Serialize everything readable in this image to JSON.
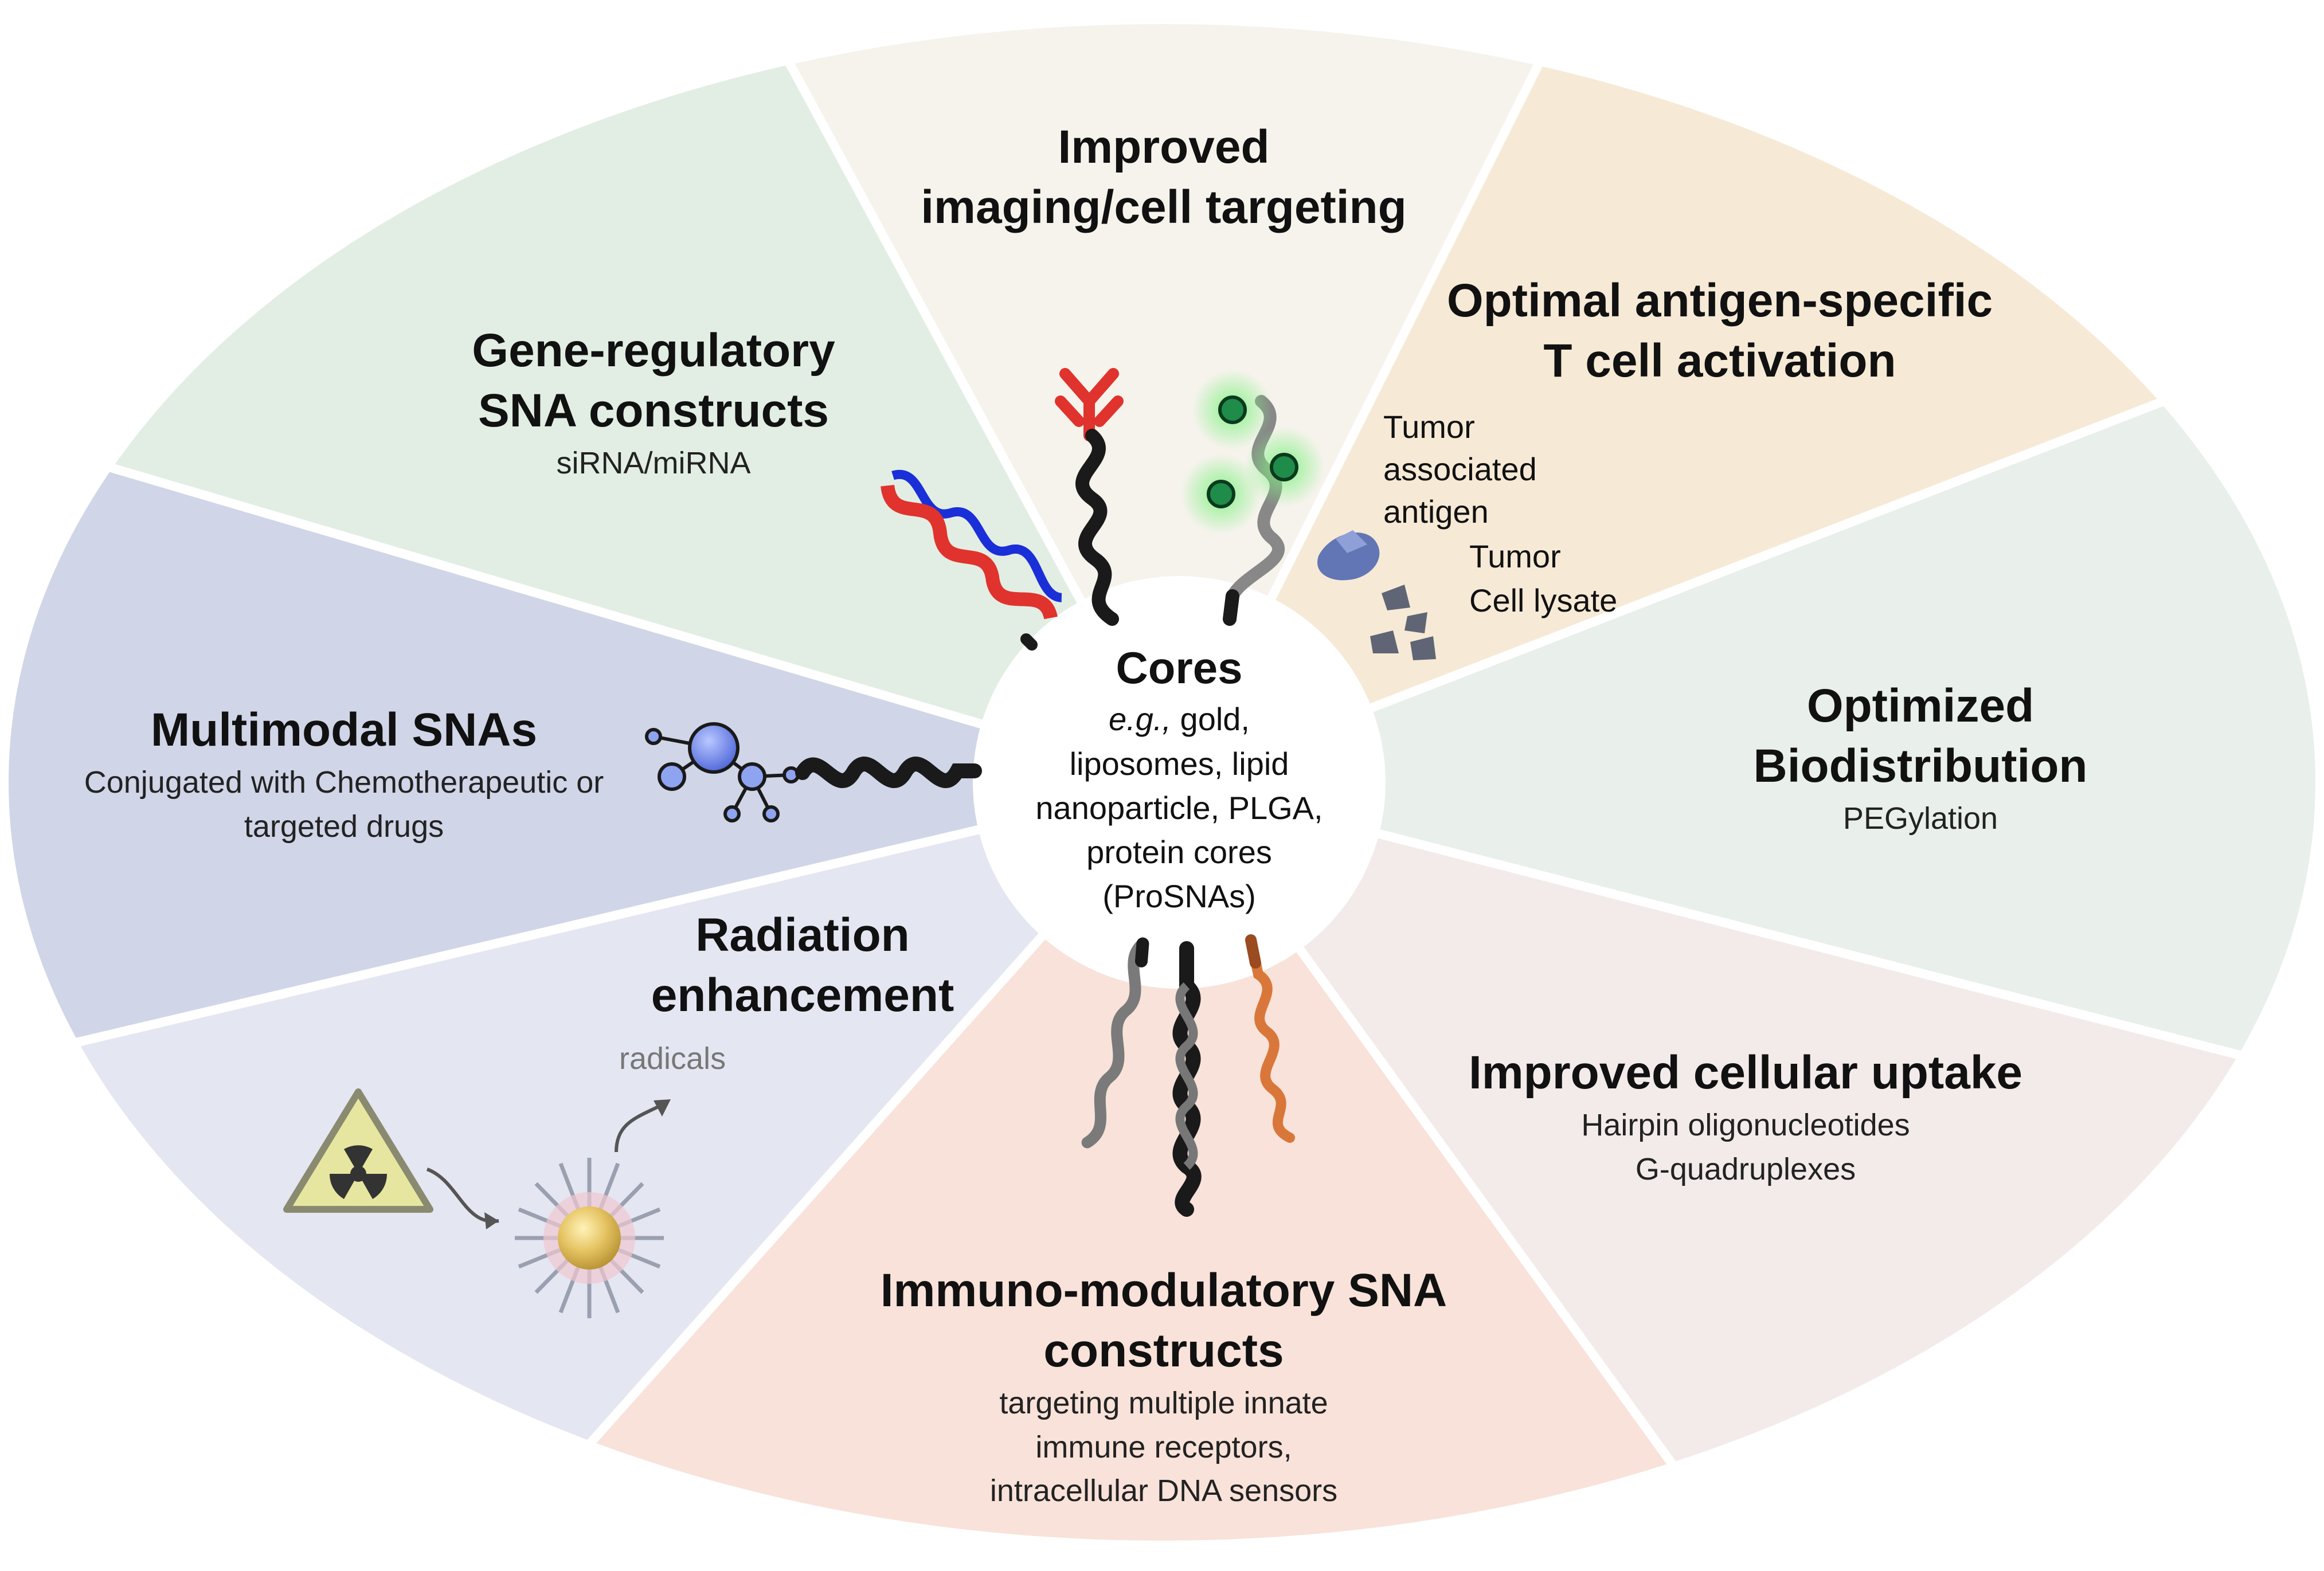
{
  "center": {
    "title": "Cores",
    "lines": [
      "e.g., gold,",
      "liposomes, lipid",
      "nanoparticle, PLGA,",
      "protein cores",
      "(ProSNAs)"
    ]
  },
  "segments": [
    {
      "id": "imaging",
      "title_lines": [
        "Improved",
        "imaging/cell targeting"
      ],
      "sub_lines": [],
      "color": "#f5f3ec"
    },
    {
      "id": "antigen",
      "title_lines": [
        "Optimal antigen-specific",
        "T cell activation"
      ],
      "sub_lines": [],
      "color": "#f6ead6"
    },
    {
      "id": "biodistribution",
      "title_lines": [
        "Optimized",
        "Biodistribution"
      ],
      "sub_lines": [
        "PEGylation"
      ],
      "color": "#e9efea"
    },
    {
      "id": "uptake",
      "title_lines": [
        "Improved cellular uptake"
      ],
      "sub_lines": [
        "Hairpin oligonucleotides",
        "G-quadruplexes"
      ],
      "color": "#f3ebea"
    },
    {
      "id": "immuno",
      "title_lines": [
        "Immuno-modulatory SNA",
        "constructs"
      ],
      "sub_lines": [
        "targeting multiple innate",
        "immune receptors,",
        "intracellular DNA sensors"
      ],
      "color": "#f8e2d9"
    },
    {
      "id": "radiation",
      "title_lines": [
        "Radiation",
        "enhancement"
      ],
      "sub_lines": [],
      "color": "#e4e6f2"
    },
    {
      "id": "multimodal",
      "title_lines": [
        "Multimodal SNAs"
      ],
      "sub_lines": [
        "Conjugated with Chemotherapeutic or",
        "targeted drugs"
      ],
      "color": "#d0d5e8"
    },
    {
      "id": "gene",
      "title_lines": [
        "Gene-regulatory",
        "SNA constructs"
      ],
      "sub_lines": [
        "siRNA/miRNA"
      ],
      "color": "#e2eee4"
    }
  ],
  "annotations": {
    "tumor_antigen": [
      "Tumor",
      "associated",
      "antigen"
    ],
    "tumor_lysate": [
      "Tumor",
      "Cell lysate"
    ],
    "radicals": "radicals"
  },
  "icons": {
    "antibody": "antibody-icon",
    "fluorophore": "fluorescent-dna-icon",
    "sirna": "double-helix-icon",
    "drug": "drug-molecule-icon",
    "radiation": "radiation-warning-icon",
    "nanoparticle": "sna-nanoparticle-icon"
  }
}
